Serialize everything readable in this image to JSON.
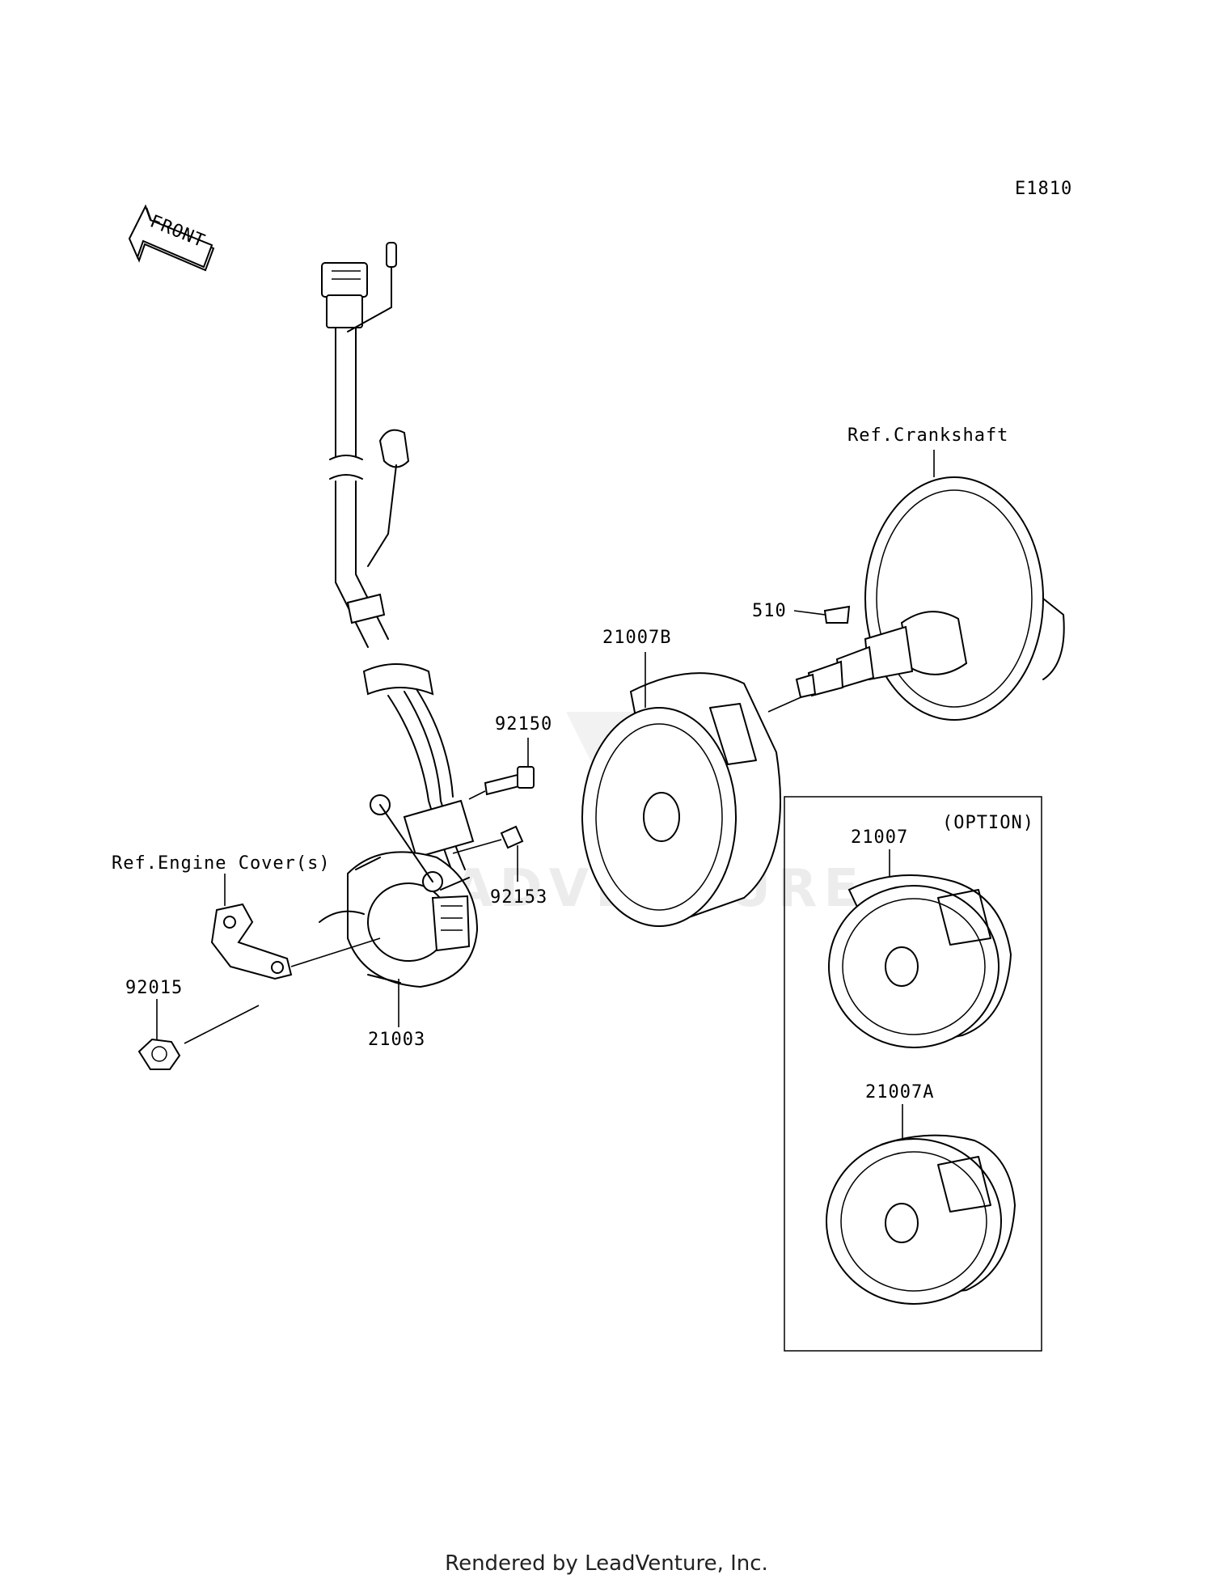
{
  "diagram_code": "E1810",
  "front_arrow_label": "FRONT",
  "watermark_text": "ADVENTURE",
  "footer_text": "Rendered by LeadVenture, Inc.",
  "option_box_label": "(OPTION)",
  "callouts": {
    "ref_crankshaft": "Ref.Crankshaft",
    "ref_engine_cover": "Ref.Engine Cover(s)",
    "p510": "510",
    "p21007B": "21007B",
    "p92150": "92150",
    "p92153": "92153",
    "p92015": "92015",
    "p21003": "21003",
    "p21007": "21007",
    "p21007A": "21007A"
  }
}
